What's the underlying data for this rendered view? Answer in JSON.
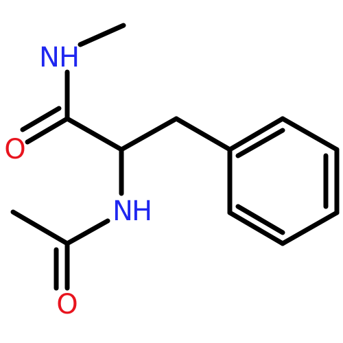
{
  "molecule": {
    "atoms": {
      "n_amide": {
        "label": "N",
        "sub": "H",
        "color": "#1f27f0"
      },
      "o_amide": {
        "label": "O",
        "color": "#e8141e"
      },
      "n_acetyl": {
        "label": "N",
        "sub": "H",
        "color": "#1f27f0"
      },
      "o_acetyl": {
        "label": "O",
        "color": "#e8141e"
      }
    },
    "bond_color": "#000000"
  }
}
